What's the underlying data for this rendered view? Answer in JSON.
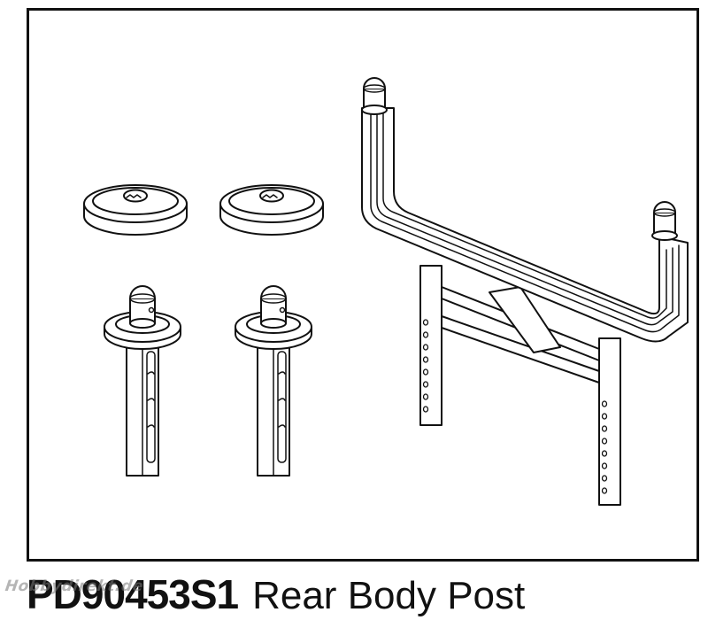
{
  "caption": {
    "part_number": "PD90453S1",
    "part_name": "Rear Body Post"
  },
  "watermark": {
    "text": "Hobbydirekt.de"
  },
  "diagram": {
    "line_color": "#111111",
    "fill_color": "#ffffff",
    "parts": [
      "body-washer",
      "body-washer",
      "body-post",
      "body-post",
      "rear-body-post-mount"
    ]
  }
}
